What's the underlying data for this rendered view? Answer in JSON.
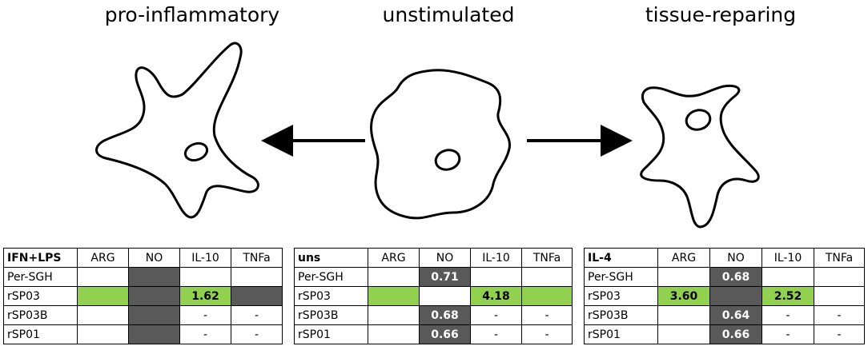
{
  "titles": [
    "pro-inflammatory",
    "unstimulated",
    "tissue-reparing"
  ],
  "colors": {
    "grey": "#595959",
    "green": "#92d050",
    "outline": "#000000"
  },
  "tables": [
    {
      "corner": "IFN+LPS",
      "columns": [
        "ARG",
        "NO",
        "IL-10",
        "TNFa"
      ],
      "rows": [
        {
          "label": "Per-SGH",
          "cells": [
            {
              "text": "",
              "fill": "none"
            },
            {
              "text": "",
              "fill": "grey"
            },
            {
              "text": "",
              "fill": "none"
            },
            {
              "text": "",
              "fill": "none"
            }
          ]
        },
        {
          "label": "rSP03",
          "cells": [
            {
              "text": "",
              "fill": "green"
            },
            {
              "text": "",
              "fill": "grey"
            },
            {
              "text": "1.62",
              "fill": "green"
            },
            {
              "text": "",
              "fill": "grey"
            }
          ]
        },
        {
          "label": "rSP03B",
          "cells": [
            {
              "text": "",
              "fill": "none"
            },
            {
              "text": "",
              "fill": "grey"
            },
            {
              "text": "-",
              "fill": "none"
            },
            {
              "text": "-",
              "fill": "none"
            }
          ]
        },
        {
          "label": "rSP01",
          "cells": [
            {
              "text": "",
              "fill": "none"
            },
            {
              "text": "",
              "fill": "grey"
            },
            {
              "text": "-",
              "fill": "none"
            },
            {
              "text": "-",
              "fill": "none"
            }
          ]
        }
      ]
    },
    {
      "corner": "uns",
      "columns": [
        "ARG",
        "NO",
        "IL-10",
        "TNFa"
      ],
      "rows": [
        {
          "label": "Per-SGH",
          "cells": [
            {
              "text": "",
              "fill": "none"
            },
            {
              "text": "0.71",
              "fill": "grey"
            },
            {
              "text": "",
              "fill": "none"
            },
            {
              "text": "",
              "fill": "none"
            }
          ]
        },
        {
          "label": "rSP03",
          "cells": [
            {
              "text": "",
              "fill": "green"
            },
            {
              "text": "",
              "fill": "none"
            },
            {
              "text": "4.18",
              "fill": "green"
            },
            {
              "text": "",
              "fill": "green"
            }
          ]
        },
        {
          "label": "rSP03B",
          "cells": [
            {
              "text": "",
              "fill": "none"
            },
            {
              "text": "0.68",
              "fill": "grey"
            },
            {
              "text": "-",
              "fill": "none"
            },
            {
              "text": "-",
              "fill": "none"
            }
          ]
        },
        {
          "label": "rSP01",
          "cells": [
            {
              "text": "",
              "fill": "none"
            },
            {
              "text": "0.66",
              "fill": "grey"
            },
            {
              "text": "-",
              "fill": "none"
            },
            {
              "text": "-",
              "fill": "none"
            }
          ]
        }
      ]
    },
    {
      "corner": "IL-4",
      "columns": [
        "ARG",
        "NO",
        "IL-10",
        "TNFa"
      ],
      "rows": [
        {
          "label": "Per-SGH",
          "cells": [
            {
              "text": "",
              "fill": "none"
            },
            {
              "text": "0.68",
              "fill": "grey"
            },
            {
              "text": "",
              "fill": "none"
            },
            {
              "text": "",
              "fill": "none"
            }
          ]
        },
        {
          "label": "rSP03",
          "cells": [
            {
              "text": "3.60",
              "fill": "green"
            },
            {
              "text": "",
              "fill": "grey"
            },
            {
              "text": "2.52",
              "fill": "green"
            },
            {
              "text": "",
              "fill": "none"
            }
          ]
        },
        {
          "label": "rSP03B",
          "cells": [
            {
              "text": "",
              "fill": "none"
            },
            {
              "text": "0.64",
              "fill": "grey"
            },
            {
              "text": "-",
              "fill": "none"
            },
            {
              "text": "-",
              "fill": "none"
            }
          ]
        },
        {
          "label": "rSP01",
          "cells": [
            {
              "text": "",
              "fill": "none"
            },
            {
              "text": "0.66",
              "fill": "grey"
            },
            {
              "text": "-",
              "fill": "none"
            },
            {
              "text": "-",
              "fill": "none"
            }
          ]
        }
      ]
    }
  ]
}
